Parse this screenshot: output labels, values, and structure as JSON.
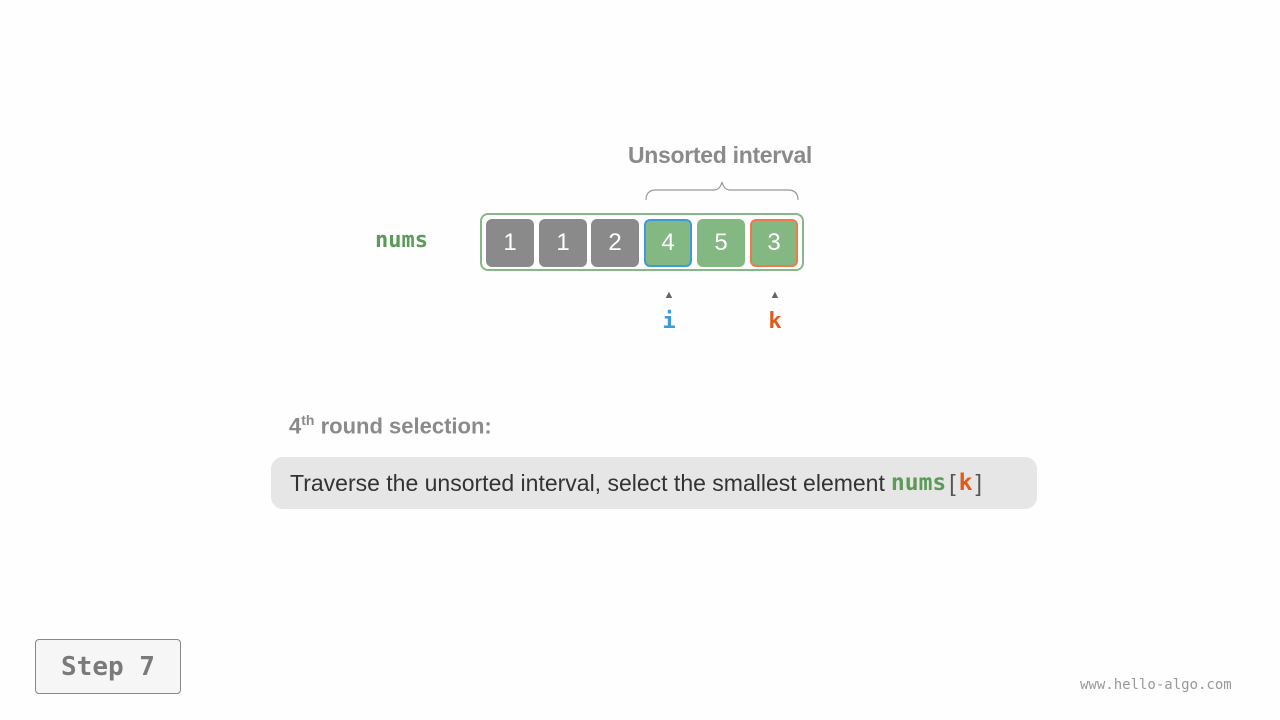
{
  "diagram": {
    "interval_label": "Unsorted interval",
    "array_name": "nums",
    "cells": [
      {
        "value": "1",
        "state": "sorted"
      },
      {
        "value": "1",
        "state": "sorted"
      },
      {
        "value": "2",
        "state": "sorted"
      },
      {
        "value": "4",
        "state": "unsorted",
        "pointer": "i"
      },
      {
        "value": "5",
        "state": "unsorted"
      },
      {
        "value": "3",
        "state": "unsorted",
        "pointer": "k"
      }
    ],
    "pointers": {
      "i": "i",
      "k": "k"
    },
    "colors": {
      "sorted": "#8a8a8a",
      "unsorted": "#84b883",
      "i_pointer": "#3d9bdb",
      "k_pointer": "#e05a1a",
      "array_name": "#5b9a57"
    }
  },
  "caption": {
    "round_number": "4",
    "round_suffix": "th",
    "round_text": " round selection:",
    "description": "Traverse the unsorted interval, select the smallest element",
    "code_name": "nums",
    "open_bracket": "[",
    "code_index": "k",
    "close_bracket": "]"
  },
  "step": {
    "label": "Step 7"
  },
  "watermark": "www.hello-algo.com"
}
